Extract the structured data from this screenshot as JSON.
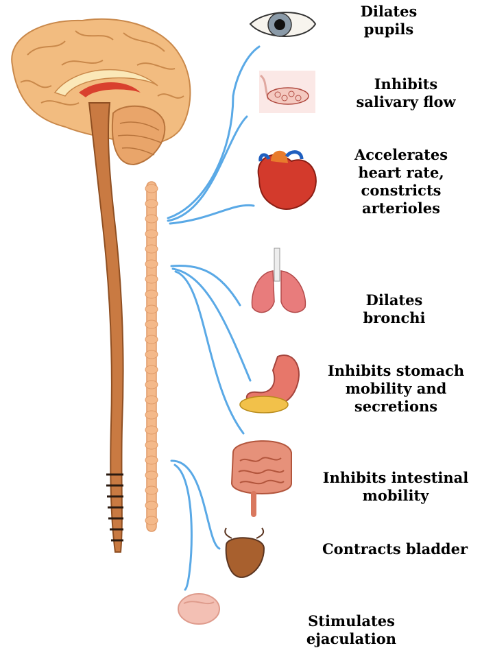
{
  "effects": [
    {
      "id": "eye",
      "organ_icon": "eye-icon",
      "lines": [
        "Dilates",
        "pupils"
      ]
    },
    {
      "id": "salivary",
      "organ_icon": "salivary-gland-icon",
      "lines": [
        "Inhibits",
        "salivary flow"
      ]
    },
    {
      "id": "heart",
      "organ_icon": "heart-icon",
      "lines": [
        "Accelerates",
        "heart rate,",
        "constricts",
        "arterioles"
      ]
    },
    {
      "id": "lungs",
      "organ_icon": "lungs-icon",
      "lines": [
        "Dilates",
        "bronchi"
      ]
    },
    {
      "id": "stomach",
      "organ_icon": "stomach-icon",
      "lines": [
        "Inhibits stomach",
        "mobility and",
        "secretions"
      ]
    },
    {
      "id": "intestine",
      "organ_icon": "intestine-icon",
      "lines": [
        "Inhibits intestinal",
        "mobility"
      ]
    },
    {
      "id": "bladder",
      "organ_icon": "bladder-icon",
      "lines": [
        "Contracts bladder"
      ]
    },
    {
      "id": "reproductive",
      "organ_icon": "testis-icon",
      "lines": [
        "Stimulates",
        "ejaculation"
      ]
    }
  ],
  "colors": {
    "nerve_line": "#5aa9e6",
    "brain": "#f0b878",
    "spinal_cord": "#c9773f",
    "sympathetic_chain": "#f4b98a"
  }
}
